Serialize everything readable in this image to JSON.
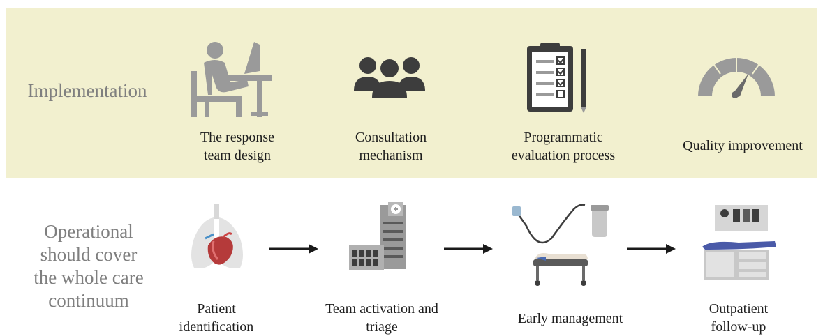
{
  "implementation": {
    "title": "Implementation",
    "items": [
      {
        "icon": "person-at-computer-icon",
        "line1": "The response",
        "line2": "team design"
      },
      {
        "icon": "people-group-icon",
        "line1": "Consultation",
        "line2": "mechanism"
      },
      {
        "icon": "clipboard-checklist-icon",
        "line1": "Programmatic",
        "line2": "evaluation process"
      },
      {
        "icon": "gauge-icon",
        "line1": "Quality improvement"
      }
    ]
  },
  "operational": {
    "title_lines": [
      "Operational",
      "should cover",
      "the whole care",
      "continuum"
    ],
    "steps": [
      {
        "icon": "lungs-heart-icon",
        "line1": "Patient",
        "line2": "identification"
      },
      {
        "icon": "hospital-building-icon",
        "line1": "Team activation and",
        "line2": "triage"
      },
      {
        "icon": "catheter-bed-icon",
        "line1": "Early management"
      },
      {
        "icon": "exam-room-icon",
        "line1": "Outpatient",
        "line2": "follow-up"
      }
    ]
  },
  "colors": {
    "band": "#f2f0cf",
    "title": "#7f7f7f",
    "icon_dark": "#3d3d3d",
    "icon_grey": "#9a9a9a",
    "arrow": "#1a1a1a"
  }
}
